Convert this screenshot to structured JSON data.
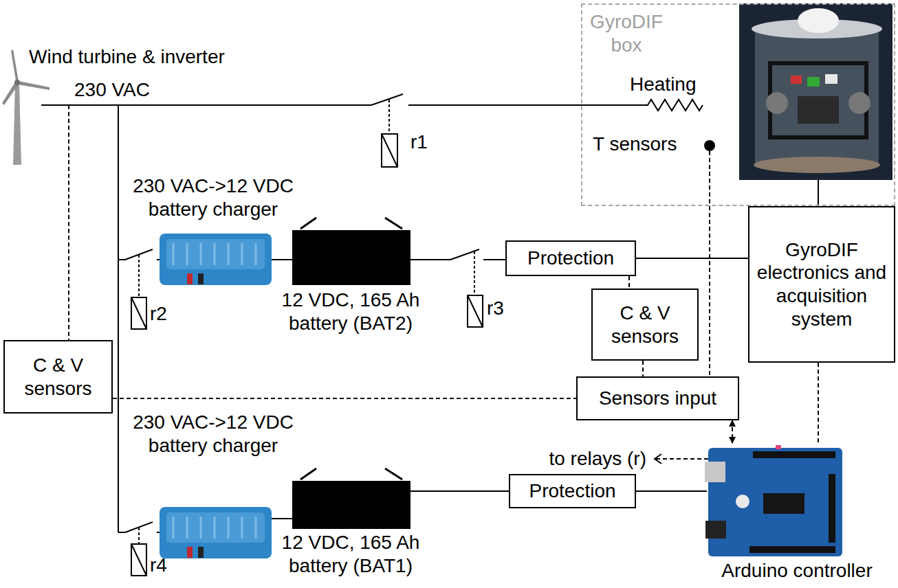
{
  "diagram": {
    "nodes": [
      {
        "text": [
          "GyroDIF box"
        ]
      },
      {
        "text": [
          "Protection"
        ]
      },
      {
        "text": [
          "GyroDIF electronics and acquisition system"
        ]
      },
      {
        "text": [
          "C & V sensors"
        ]
      },
      {
        "text": [
          "C & V sensors"
        ]
      },
      {
        "text": [
          "Sensors input"
        ]
      },
      {
        "text": [
          "Protection"
        ]
      },
      {
        "text": [
          "Arduino controller"
        ]
      }
    ],
    "edges": [
      {
        "from": 1,
        "to": 2,
        "arrow": "none"
      },
      {
        "from": 1,
        "to": 3,
        "arrow": "none"
      },
      {
        "from": 3,
        "to": 5,
        "arrow": "none"
      },
      {
        "from": 4,
        "to": 5,
        "arrow": "none"
      },
      {
        "from": 5,
        "to": 7,
        "arrow": "both"
      },
      {
        "from": 6,
        "to": 7,
        "arrow": "none"
      },
      {
        "from": 2,
        "to": 7,
        "arrow": "none"
      }
    ],
    "labels": [
      "Wind turbine & inverter",
      "230 VAC",
      "r1",
      "Heating",
      "T sensors",
      "230 VAC->12 VDC battery charger",
      "12 VDC, 165 Ah battery (BAT2)",
      "r2",
      "r3",
      "230 VAC->12 VDC battery charger",
      "to relays (r)",
      "12 VDC, 165 Ah battery (BAT1)",
      "r4"
    ]
  }
}
